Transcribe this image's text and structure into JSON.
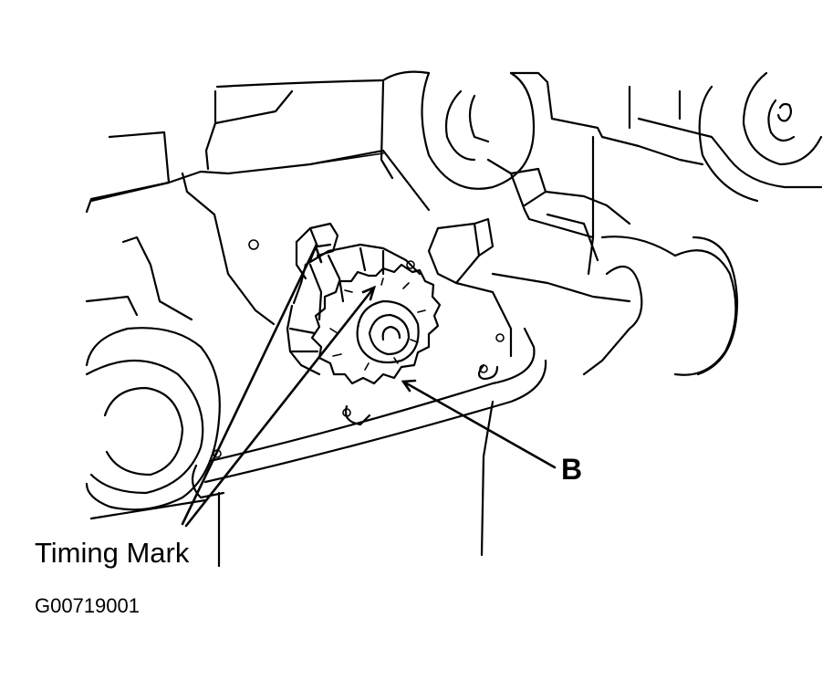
{
  "labels": {
    "b": "B",
    "timing_mark": "Timing Mark",
    "figure_id": "G00719001"
  }
}
